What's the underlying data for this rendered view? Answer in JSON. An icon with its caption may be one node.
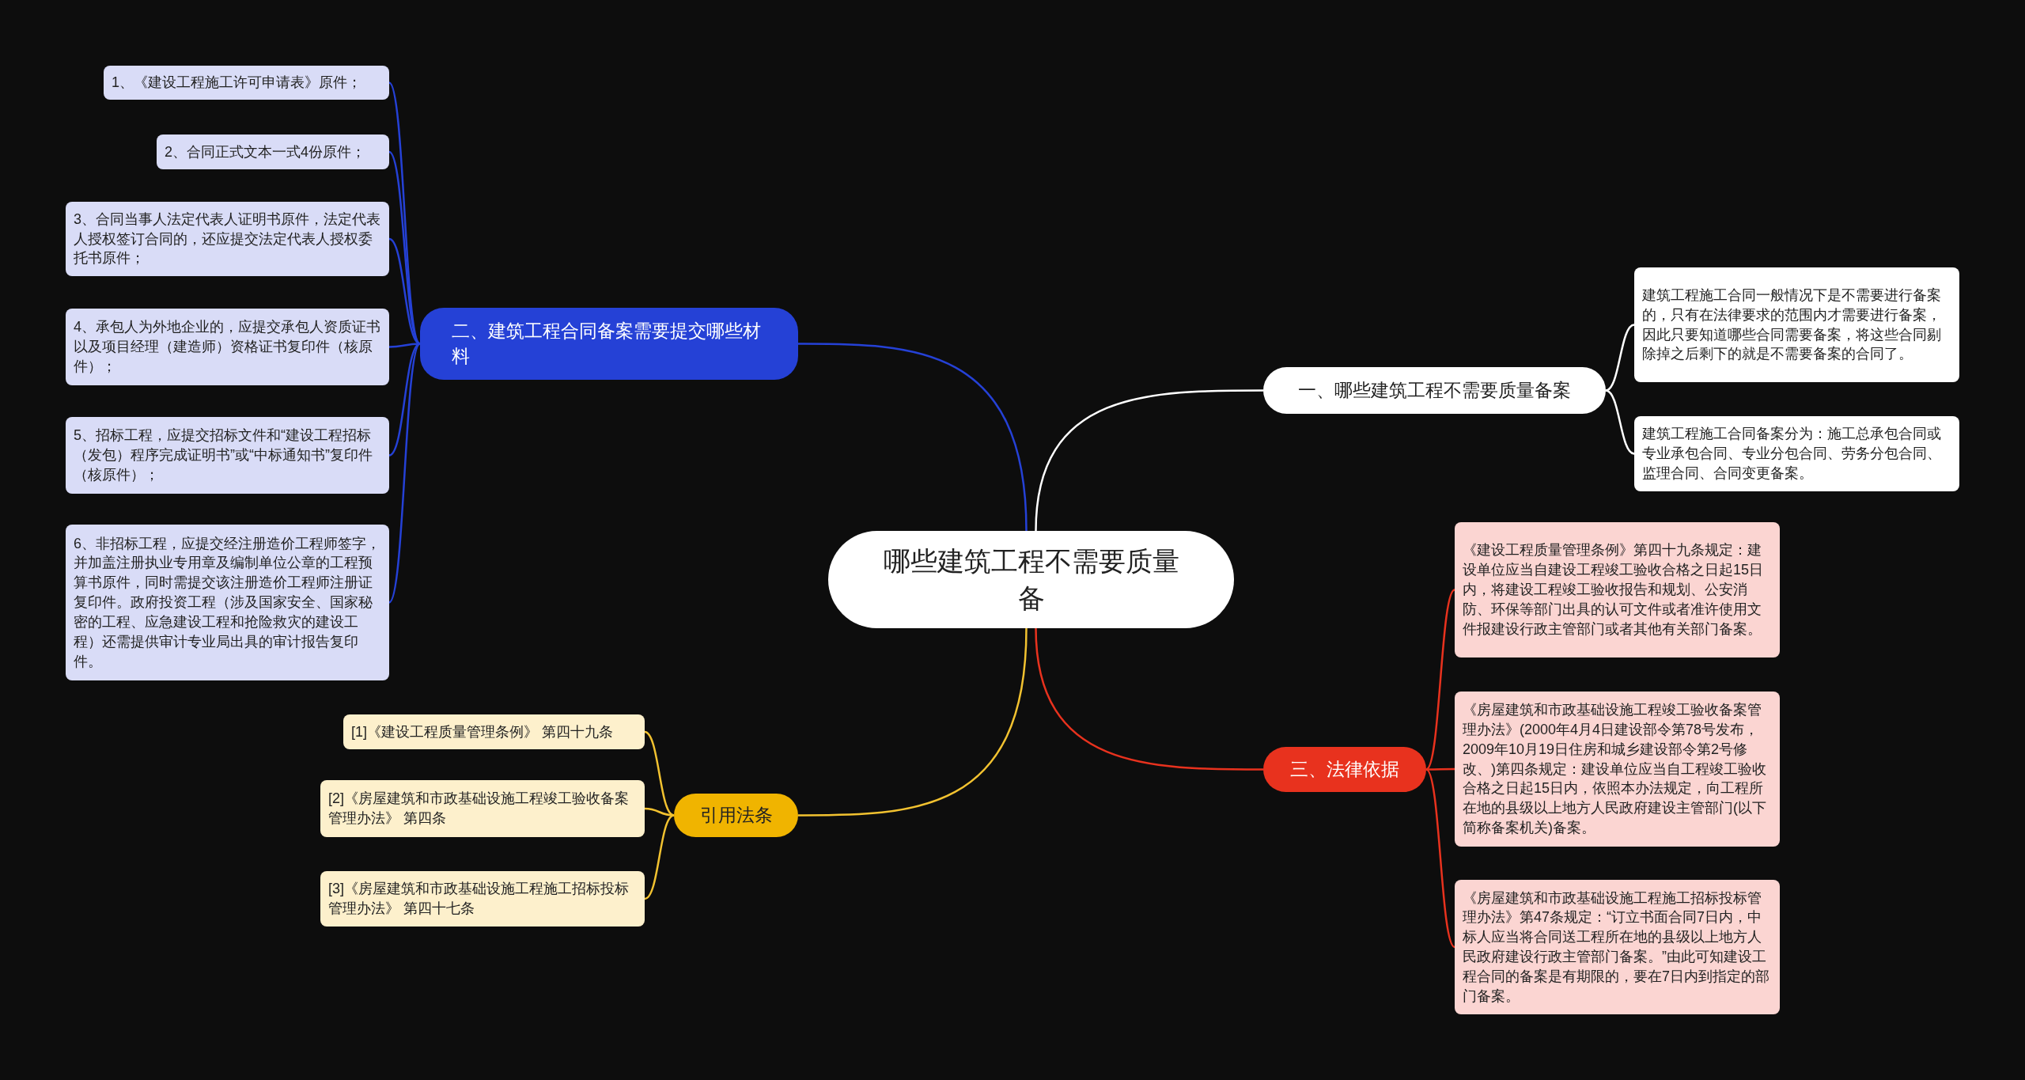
{
  "diagram": {
    "nodes": [
      {
        "text": [
          "哪些建筑工程不需要质量备"
        ]
      },
      {
        "text": [
          "一、哪些建筑工程不需要质量备案"
        ]
      },
      {
        "text": [
          "建筑工程施工合同一般情况下是不需要进行备案的，只有在法律要求的范围内才需要进行备案，因此只要知道哪些合同需要备案，将这些合同剔除掉之后剩下的就是不需要备案的合同了。"
        ]
      },
      {
        "text": [
          "建筑工程施工合同备案分为：施工总承包合同或专业承包合同、专业分包合同、劳务分包合同、监理合同、合同变更备案。"
        ]
      },
      {
        "text": [
          "二、建筑工程合同备案需要提交哪些材料"
        ]
      },
      {
        "text": [
          "1、《建设工程施工许可申请表》原件；"
        ]
      },
      {
        "text": [
          "2、合同正式文本一式4份原件；"
        ]
      },
      {
        "text": [
          "3、合同当事人法定代表人证明书原件，法定代表人授权签订合同的，还应提交法定代表人授权委托书原件；"
        ]
      },
      {
        "text": [
          "4、承包人为外地企业的，应提交承包人资质证书以及项目经理（建造师）资格证书复印件（核原件）；"
        ]
      },
      {
        "text": [
          "5、招标工程，应提交招标文件和“建设工程招标（发包）程序完成证明书”或“中标通知书”复印件（核原件）；"
        ]
      },
      {
        "text": [
          "6、非招标工程，应提交经注册造价工程师签字，并加盖注册执业专用章及编制单位公章的工程预算书原件，同时需提交该注册造价工程师注册证复印件。政府投资工程（涉及国家安全、国家秘密的工程、应急建设工程和抢险救灾的建设工程）还需提供审计专业局出具的审计报告复印件。"
        ]
      },
      {
        "text": [
          "三、法律依据"
        ]
      },
      {
        "text": [
          "《建设工程质量管理条例》第四十九条规定：建设单位应当自建设工程竣工验收合格之日起15日内，将建设工程竣工验收报告和规划、公安消防、环保等部门出具的认可文件或者准许使用文件报建设行政主管部门或者其他有关部门备案。"
        ]
      },
      {
        "text": [
          "《房屋建筑和市政基础设施工程竣工验收备案管理办法》(2000年4月4日建设部令第78号发布，2009年10月19日住房和城乡建设部令第2号修改、)第四条规定：建设单位应当自工程竣工验收合格之日起15日内，依照本办法规定，向工程所在地的县级以上地方人民政府建设主管部门(以下简称备案机关)备案。"
        ]
      },
      {
        "text": [
          "《房屋建筑和市政基础设施工程施工招标投标管理办法》第47条规定：“订立书面合同7日内，中标人应当将合同送工程所在地的县级以上地方人民政府建设行政主管部门备案。”由此可知建设工程合同的备案是有期限的，要在7日内到指定的部门备案。"
        ]
      },
      {
        "text": [
          "引用法条"
        ]
      },
      {
        "text": [
          "[1]《建设工程质量管理条例》 第四十九条"
        ]
      },
      {
        "text": [
          "[2]《房屋建筑和市政基础设施工程竣工验收备案管理办法》 第四条"
        ]
      },
      {
        "text": [
          "[3]《房屋建筑和市政基础设施工程施工招标投标管理办法》 第四十七条"
        ]
      }
    ],
    "edges": [
      {
        "from": 0,
        "to": 1,
        "arrow": "none",
        "color": "#ffffff"
      },
      {
        "from": 1,
        "to": 2,
        "arrow": "none",
        "color": "#ffffff"
      },
      {
        "from": 1,
        "to": 3,
        "arrow": "none",
        "color": "#ffffff"
      },
      {
        "from": 0,
        "to": 4,
        "arrow": "none"
      },
      {
        "from": 4,
        "to": 5,
        "arrow": "none"
      },
      {
        "from": 4,
        "to": 6,
        "arrow": "none"
      },
      {
        "from": 4,
        "to": 7,
        "arrow": "none"
      },
      {
        "from": 4,
        "to": 8,
        "arrow": "none"
      },
      {
        "from": 4,
        "to": 9,
        "arrow": "none"
      },
      {
        "from": 4,
        "to": 10,
        "arrow": "none"
      },
      {
        "from": 0,
        "to": 11,
        "arrow": "none",
        "color": "#e8321e"
      },
      {
        "from": 11,
        "to": 12,
        "arrow": "none",
        "color": "#e8321e"
      },
      {
        "from": 11,
        "to": 13,
        "arrow": "none",
        "color": "#e8321e"
      },
      {
        "from": 11,
        "to": 14,
        "arrow": "none",
        "color": "#e8321e"
      },
      {
        "from": 0,
        "to": 15,
        "arrow": "none",
        "color": "#f2c230"
      },
      {
        "from": 15,
        "to": 16,
        "arrow": "none",
        "color": "#f2c230"
      },
      {
        "from": 15,
        "to": 17,
        "arrow": "none",
        "color": "#f2c230"
      },
      {
        "from": 15,
        "to": 18,
        "arrow": "none",
        "color": "#f2c230"
      }
    ]
  }
}
